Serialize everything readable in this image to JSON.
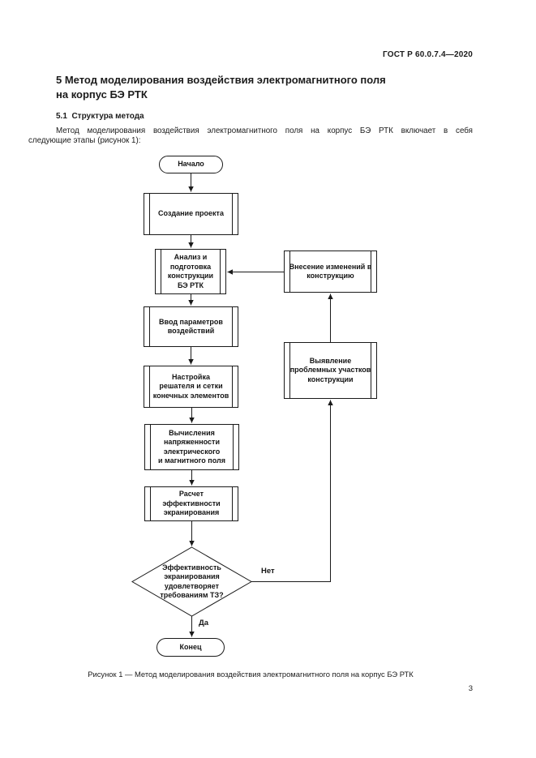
{
  "document": {
    "header": "ГОСТ Р 60.0.7.4—2020",
    "heading_line1": "5 Метод моделирования воздействия электромагнитного поля",
    "heading_line2": "на корпус БЭ РТК",
    "subheading": "5.1  Структура метода",
    "paragraph_line1": "Метод моделирования воздействия электромагнитного поля на корпус БЭ РТК включает в себя",
    "paragraph_line2": "следующие этапы (рисунок 1):",
    "figure_caption": "Рисунок 1 — Метод моделирования воздействия электромагнитного поля на корпус БЭ РТК",
    "page_number": "3"
  },
  "flowchart": {
    "nodes": {
      "start": {
        "type": "terminator",
        "label": "Начало"
      },
      "create_project": {
        "type": "predefined-process",
        "label": "Создание проекта"
      },
      "analyze_design": {
        "type": "predefined-process",
        "label": "Анализ и\nподготовка\nконструкции\nБЭ РТК"
      },
      "input_parameters": {
        "type": "predefined-process",
        "label": "Ввод параметров\nвоздействий"
      },
      "solver_setup": {
        "type": "predefined-process",
        "label": "Настройка\nрешателя и сетки\nконечных элементов"
      },
      "compute_field": {
        "type": "predefined-process",
        "label": "Вычисления\nнапряженности\nэлектрического\nи магнитного поля"
      },
      "shielding_calc": {
        "type": "predefined-process",
        "label": "Расчет\nэффективности\nэкранирования"
      },
      "decision": {
        "type": "decision",
        "label": "Эффективность\nэкранирования\nудовлетворяет\nтребованиям ТЗ?"
      },
      "end": {
        "type": "terminator",
        "label": "Конец"
      },
      "modify_design": {
        "type": "predefined-process",
        "label": "Внесение изменений в\nконструкцию"
      },
      "identify_problems": {
        "type": "predefined-process",
        "label": "Выявление\nпроблемных участков\nконструкции"
      }
    },
    "edge_labels": {
      "no": "Нет",
      "yes": "Да"
    }
  },
  "colors": {
    "background": "#ffffff",
    "text": "#1b1b1b",
    "line": "#1a1a1a"
  }
}
